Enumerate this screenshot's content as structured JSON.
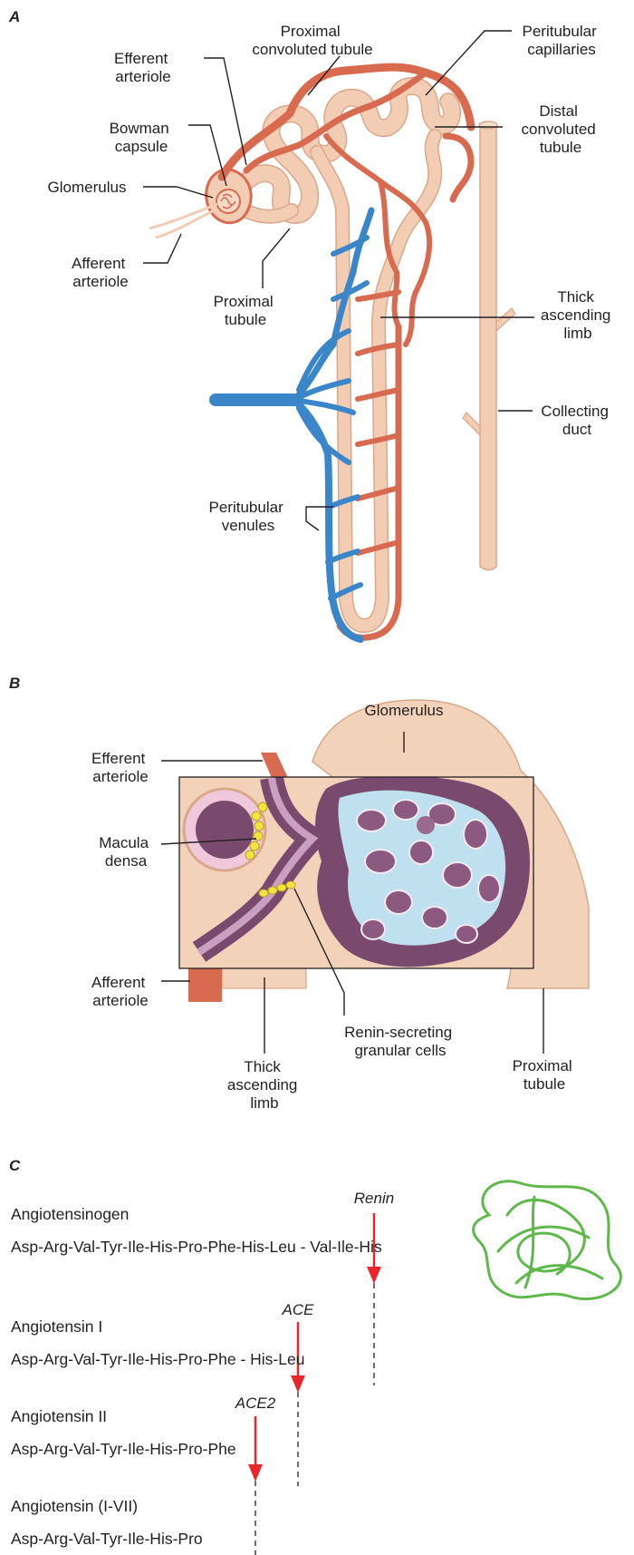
{
  "panel_a": {
    "letter": "A",
    "labels": {
      "proximal_convoluted_tubule": [
        "Proximal",
        "convoluted tubule"
      ],
      "peritubular_capillaries": [
        "Peritubular",
        "capillaries"
      ],
      "efferent_arteriole": [
        "Efferent",
        "arteriole"
      ],
      "bowman_capsule": [
        "Bowman",
        "capsule"
      ],
      "glomerulus": [
        "Glomerulus"
      ],
      "distal_convoluted_tubule": [
        "Distal",
        "convoluted",
        "tubule"
      ],
      "afferent_arteriole": [
        "Afferent",
        "arteriole"
      ],
      "proximal_tubule": [
        "Proximal",
        "tubule"
      ],
      "thick_ascending_limb": [
        "Thick",
        "ascending",
        "limb"
      ],
      "collecting_duct": [
        "Collecting",
        "duct"
      ],
      "peritubular_venules": [
        "Peritubular",
        "venules"
      ]
    },
    "colors": {
      "artery": "#d86a4f",
      "vein": "#3a86c8",
      "tubule": "#f2cdb4",
      "tubule_outline": "#d9a88a"
    }
  },
  "panel_b": {
    "letter": "B",
    "labels": {
      "glomerulus": [
        "Glomerulus"
      ],
      "efferent_arteriole": [
        "Efferent",
        "arteriole"
      ],
      "macula_densa": [
        "Macula",
        "densa"
      ],
      "afferent_arteriole": [
        "Afferent",
        "arteriole"
      ],
      "renin_cells": [
        "Renin-secreting",
        "granular cells"
      ],
      "thick_ascending_limb": [
        "Thick",
        "ascending",
        "limb"
      ],
      "proximal_tubule": [
        "Proximal",
        "tubule"
      ]
    },
    "colors": {
      "capsule": "#f0c9ad",
      "purple": "#7a4a6e",
      "mesangium": "#bfe0ee",
      "macula": "#f3e33c"
    }
  },
  "panel_c": {
    "letter": "C",
    "steps": [
      {
        "name": "Angiotensinogen",
        "sequence": "Asp-Arg-Val-Tyr-Ile-His-Pro-Phe-His-Leu - Val-Ile-His"
      },
      {
        "name": "Angiotensin I",
        "sequence": "Asp-Arg-Val-Tyr-Ile-His-Pro-Phe - His-Leu"
      },
      {
        "name": "Angiotensin II",
        "sequence": "Asp-Arg-Val-Tyr-Ile-His-Pro-Phe"
      },
      {
        "name": "Angiotensin (I-VII)",
        "sequence": "Asp-Arg-Val-Tyr-Ile-His-Pro"
      }
    ],
    "enzymes": [
      "Renin",
      "ACE",
      "ACE2"
    ],
    "colors": {
      "arrow": "#e8262b",
      "protein": "#5fb84a"
    }
  }
}
